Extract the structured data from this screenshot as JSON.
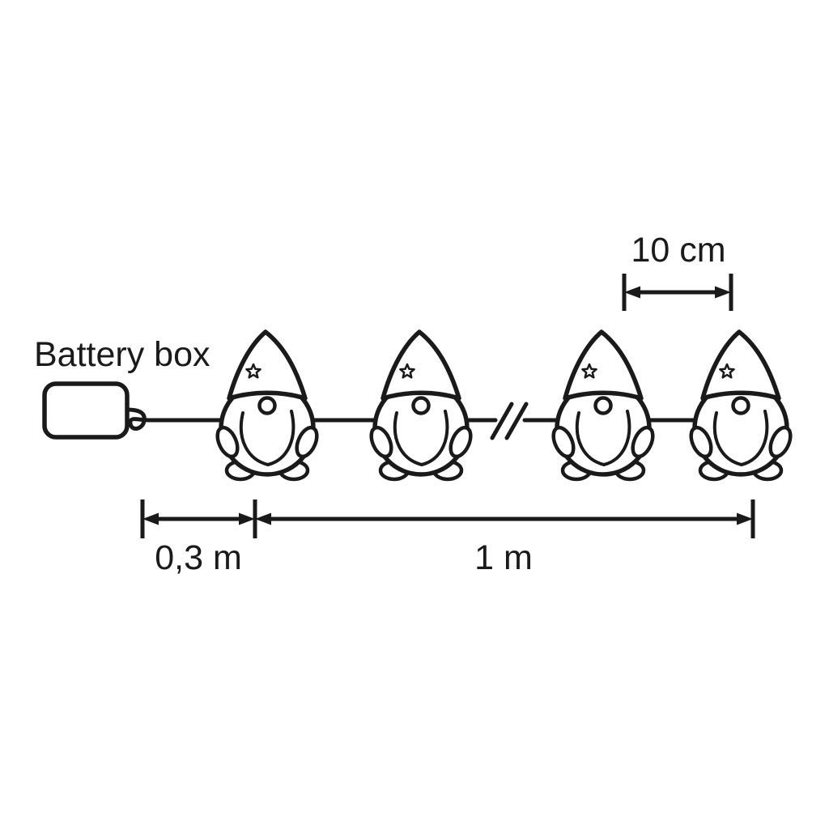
{
  "diagram": {
    "battery_box_label": "Battery box",
    "gnome_count": 4,
    "dimensions": {
      "bulb_spacing": "10 cm",
      "lead_length": "0,3 m",
      "string_length": "1 m"
    },
    "colors": {
      "line": "#1a1a1a",
      "background": "#ffffff"
    }
  }
}
